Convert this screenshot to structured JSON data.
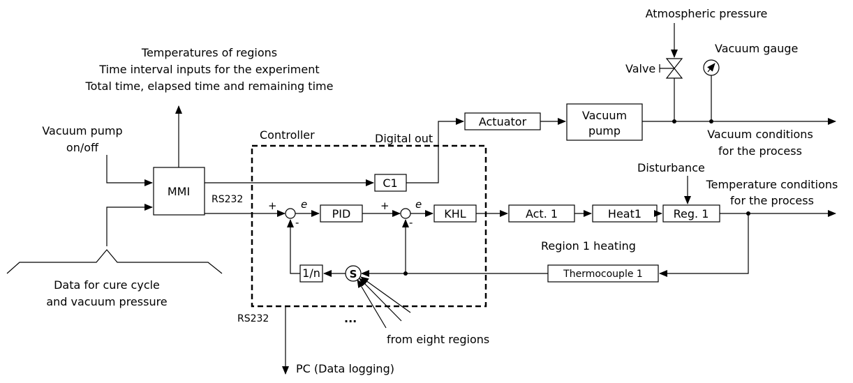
{
  "header": {
    "regions_lines": [
      "Temperatures of regions",
      "Time interval inputs for the experiment",
      "Total time, elapsed time and remaining time"
    ]
  },
  "inputs": {
    "vacuum_pump_lines": [
      "Vacuum pump",
      "on/off"
    ],
    "cure_data_lines": [
      "Data for cure cycle",
      "and vacuum pressure"
    ]
  },
  "blocks": {
    "mmi": "MMI",
    "controller": "Controller",
    "digital_out": "Digital out",
    "c1": "C1",
    "pid": "PID",
    "khl": "KHL",
    "one_over_n": "1/n",
    "sum": "S",
    "actuator": "Actuator",
    "vacuum_pump_lines": [
      "Vacuum",
      "pump"
    ],
    "act1": "Act. 1",
    "heat1": "Heat1",
    "reg1": "Reg. 1",
    "thermocouple": "Thermocouple 1"
  },
  "signals": {
    "rs232_top": "RS232",
    "rs232_bottom": "RS232",
    "plus": "+",
    "minus": "-",
    "error": "e",
    "ellipsis": "...",
    "from_regions": "from eight regions",
    "region_heating": "Region 1 heating",
    "pc": "PC (Data logging)"
  },
  "vacuum": {
    "atmospheric": "Atmospheric pressure",
    "valve": "Valve",
    "gauge": "Vacuum gauge",
    "conditions_lines": [
      "Vacuum conditions",
      "for the process"
    ]
  },
  "process": {
    "disturbance": "Disturbance",
    "temperature_lines": [
      "Temperature conditions",
      "for the process"
    ]
  }
}
